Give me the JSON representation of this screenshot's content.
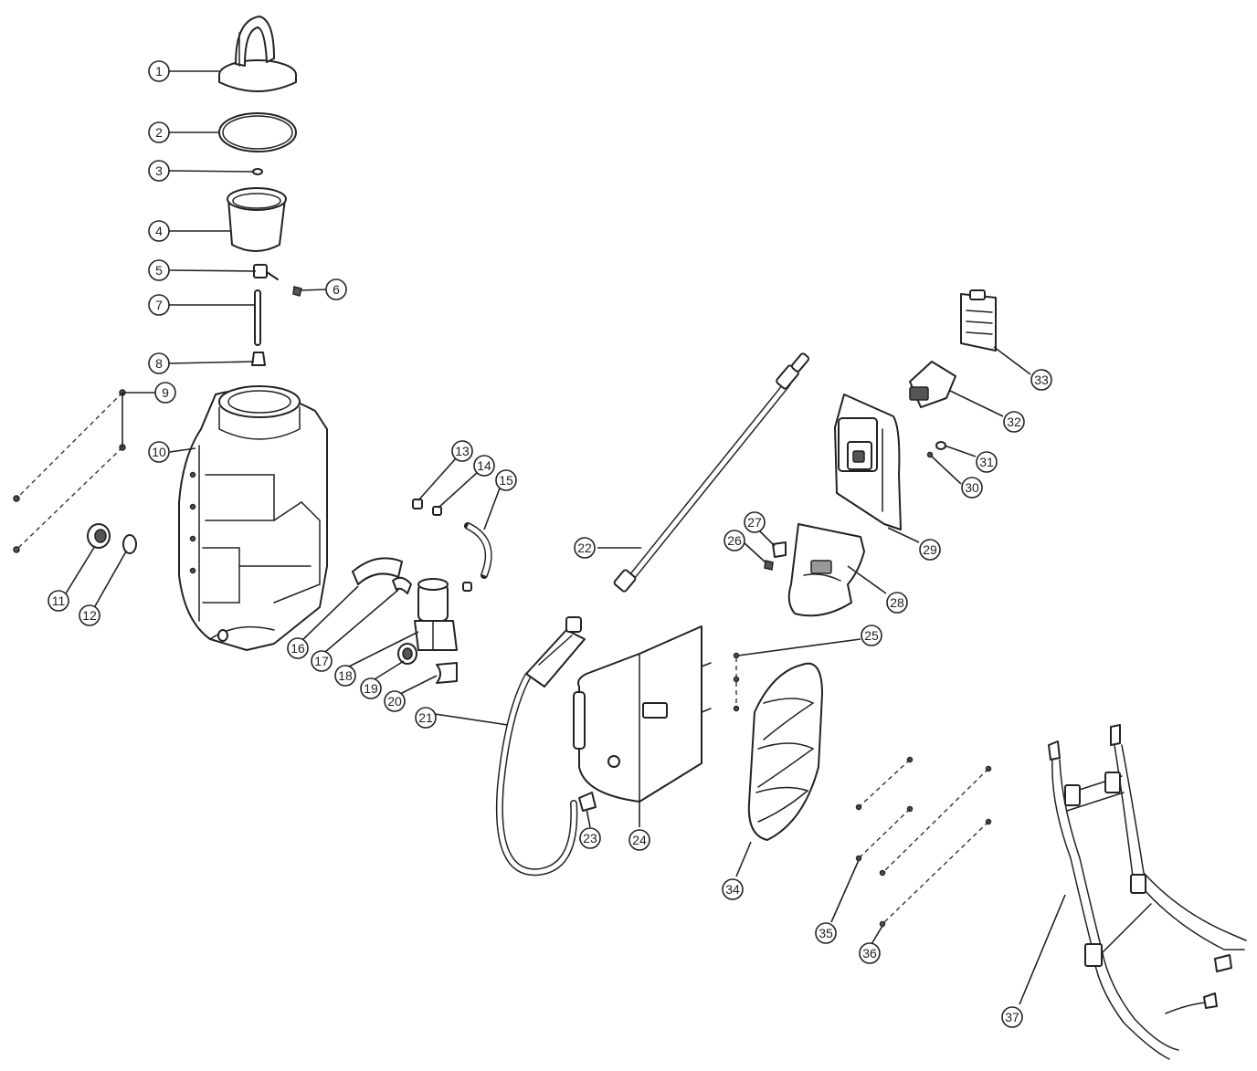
{
  "diagram": {
    "callout_labels": [
      "1",
      "2",
      "3",
      "4",
      "5",
      "6",
      "7",
      "8",
      "9",
      "10",
      "11",
      "12",
      "13",
      "14",
      "15",
      "16",
      "17",
      "18",
      "19",
      "20",
      "21",
      "22",
      "23",
      "24",
      "25",
      "26",
      "27",
      "28",
      "29",
      "30",
      "31",
      "32",
      "33",
      "34",
      "35",
      "36",
      "37"
    ],
    "colors": {
      "line": "#222222",
      "background": "#ffffff"
    }
  }
}
